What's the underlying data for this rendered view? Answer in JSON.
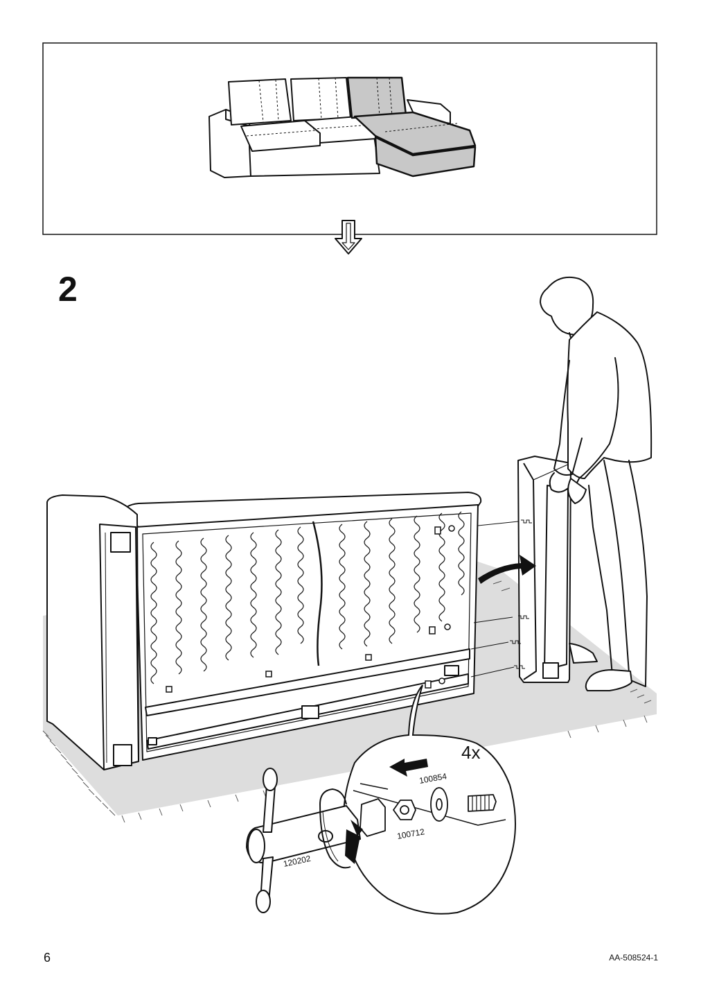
{
  "step": {
    "number": "2"
  },
  "detail": {
    "quantity": "4x",
    "parts": [
      {
        "id": "100854",
        "role": "washer"
      },
      {
        "id": "100712",
        "role": "nut"
      },
      {
        "id": "120202",
        "role": "tool"
      }
    ]
  },
  "footer": {
    "page_number": "6",
    "doc_id": "AA-508524-1"
  },
  "colors": {
    "line": "#111111",
    "highlight_fill": "#c8c8c8",
    "rug_fill": "#dddddd",
    "paper": "#ffffff"
  },
  "icons": [
    "down-arrow-icon",
    "curved-arrow-icon",
    "rotate-arrow-icon",
    "push-arrow-icon"
  ]
}
